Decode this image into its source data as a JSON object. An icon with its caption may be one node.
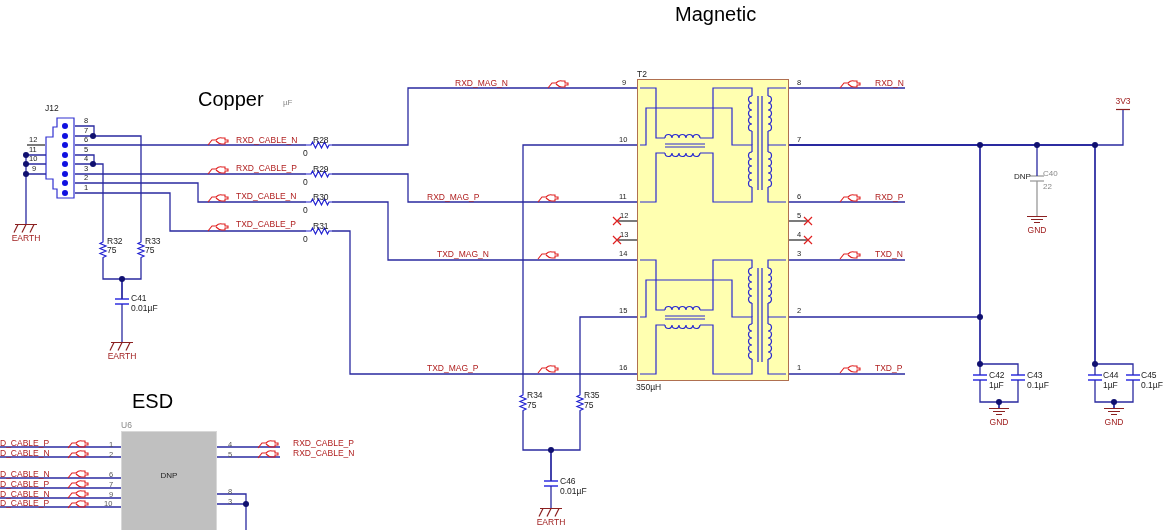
{
  "diagram": {
    "nodes": [
      {
        "text": [],
        "shape": "box",
        "beside": [
          "J12",
          "8",
          "7",
          "6",
          "5",
          "4",
          "3",
          "2",
          "1",
          "12",
          "11",
          "10",
          "9"
        ]
      },
      {
        "text": [],
        "shape": "box",
        "beside": [
          "T2",
          "350µH",
          "9",
          "10",
          "11",
          "12",
          "13",
          "14",
          "15",
          "16",
          "8",
          "7",
          "6",
          "5",
          "4",
          "3",
          "2",
          "1"
        ]
      },
      {
        "text": [
          "DNP"
        ],
        "beside": [
          "U6",
          "1",
          "2",
          "6",
          "7",
          "9",
          "10",
          "4",
          "5",
          "8",
          "3"
        ]
      },
      {
        "text": [],
        "shape": "resistor",
        "beside": [
          "R28",
          "0"
        ]
      },
      {
        "text": [],
        "shape": "resistor",
        "beside": [
          "R29",
          "0"
        ]
      },
      {
        "text": [],
        "shape": "resistor",
        "beside": [
          "R30",
          "0"
        ]
      },
      {
        "text": [],
        "shape": "resistor",
        "beside": [
          "R31",
          "0"
        ]
      },
      {
        "text": [],
        "shape": "resistor",
        "beside": [
          "R32",
          "75"
        ]
      },
      {
        "text": [],
        "shape": "resistor",
        "beside": [
          "R33",
          "75"
        ]
      },
      {
        "text": [],
        "shape": "capacitor",
        "beside": [
          "C41",
          "0.01µF"
        ]
      },
      {
        "text": [
          "EARTH"
        ]
      },
      {
        "text": [
          "EARTH"
        ]
      },
      {
        "text": [],
        "shape": "resistor",
        "beside": [
          "R34",
          "75"
        ]
      },
      {
        "text": [],
        "shape": "resistor",
        "beside": [
          "R35",
          "75"
        ]
      },
      {
        "text": [],
        "shape": "capacitor",
        "beside": [
          "C46",
          "0.01µF"
        ]
      },
      {
        "text": [
          "EARTH"
        ]
      },
      {
        "text": [
          "3V3"
        ]
      },
      {
        "text": [],
        "shape": "capacitor",
        "beside": [
          "DNP",
          "C40",
          "22"
        ]
      },
      {
        "text": [
          "GND"
        ]
      },
      {
        "text": [],
        "shape": "capacitor",
        "beside": [
          "C42",
          "1µF"
        ]
      },
      {
        "text": [],
        "shape": "capacitor",
        "beside": [
          "C43",
          "0.1µF"
        ]
      },
      {
        "text": [],
        "shape": "capacitor",
        "beside": [
          "C44",
          "1µF"
        ]
      },
      {
        "text": [],
        "shape": "capacitor",
        "beside": [
          "C45",
          "0.1µF"
        ]
      },
      {
        "text": [
          "GND"
        ]
      },
      {
        "text": [
          "GND"
        ]
      }
    ],
    "edges": [
      {
        "from": 0,
        "to": 3,
        "arrow": "none",
        "label": "RXD_CABLE_N"
      },
      {
        "from": 3,
        "to": 1,
        "arrow": "none",
        "label": "RXD_MAG_N"
      },
      {
        "from": 0,
        "to": 4,
        "arrow": "none",
        "label": "RXD_CABLE_P"
      },
      {
        "from": 4,
        "to": 1,
        "arrow": "none",
        "label": "RXD_MAG_P"
      },
      {
        "from": 0,
        "to": 5,
        "arrow": "none",
        "label": "TXD_CABLE_N"
      },
      {
        "from": 5,
        "to": 1,
        "arrow": "none",
        "label": "TXD_MAG_N"
      },
      {
        "from": 0,
        "to": 6,
        "arrow": "none",
        "label": "TXD_CABLE_P"
      },
      {
        "from": 6,
        "to": 1,
        "arrow": "none",
        "label": "TXD_MAG_P"
      },
      {
        "from": 0,
        "to": 8,
        "arrow": "none"
      },
      {
        "from": 0,
        "to": 7,
        "arrow": "none"
      },
      {
        "from": 7,
        "to": 9,
        "arrow": "none"
      },
      {
        "from": 8,
        "to": 9,
        "arrow": "none"
      },
      {
        "from": 9,
        "to": 11,
        "arrow": "none"
      },
      {
        "from": 0,
        "to": 10,
        "arrow": "none"
      },
      {
        "from": 1,
        "to": 12,
        "arrow": "none"
      },
      {
        "from": 1,
        "to": 13,
        "arrow": "none"
      },
      {
        "from": 12,
        "to": 14,
        "arrow": "none"
      },
      {
        "from": 13,
        "to": 14,
        "arrow": "none"
      },
      {
        "from": 14,
        "to": 15,
        "arrow": "none"
      },
      {
        "from": 1,
        "to": null,
        "arrow": "none",
        "label": "RXD_N"
      },
      {
        "from": 1,
        "to": null,
        "arrow": "none",
        "label": "RXD_P"
      },
      {
        "from": 1,
        "to": null,
        "arrow": "none",
        "label": "TXD_N"
      },
      {
        "from": 1,
        "to": null,
        "arrow": "none",
        "label": "TXD_P"
      },
      {
        "from": 1,
        "to": 16,
        "arrow": "none"
      },
      {
        "from": 1,
        "to": 17,
        "arrow": "none"
      },
      {
        "from": 17,
        "to": 18,
        "arrow": "none",
        "color": "#999999"
      },
      {
        "from": 1,
        "to": 19,
        "arrow": "none"
      },
      {
        "from": 1,
        "to": 20,
        "arrow": "none"
      },
      {
        "from": 1,
        "to": 21,
        "arrow": "none"
      },
      {
        "from": 1,
        "to": 22,
        "arrow": "none"
      },
      {
        "from": 19,
        "to": 23,
        "arrow": "none"
      },
      {
        "from": 20,
        "to": 23,
        "arrow": "none"
      },
      {
        "from": 21,
        "to": 24,
        "arrow": "none"
      },
      {
        "from": 22,
        "to": 24,
        "arrow": "none"
      },
      {
        "from": null,
        "to": 2,
        "arrow": "none",
        "label": "D_CABLE_P"
      },
      {
        "from": null,
        "to": 2,
        "arrow": "none",
        "label": "D_CABLE_N"
      },
      {
        "from": null,
        "to": 2,
        "arrow": "none",
        "label": "D_CABLE_N"
      },
      {
        "from": null,
        "to": 2,
        "arrow": "none",
        "label": "D_CABLE_P"
      },
      {
        "from": null,
        "to": 2,
        "arrow": "none",
        "label": "D_CABLE_N"
      },
      {
        "from": null,
        "to": 2,
        "arrow": "none",
        "label": "D_CABLE_P"
      },
      {
        "from": 2,
        "to": null,
        "arrow": "none",
        "label": "RXD_CABLE_P"
      },
      {
        "from": 2,
        "to": null,
        "arrow": "none",
        "label": "RXD_CABLE_N"
      },
      {
        "from": 2,
        "to": null,
        "arrow": "none"
      }
    ],
    "labels": [
      "Magnetic",
      "Copper",
      "µF",
      "ESD"
    ]
  }
}
